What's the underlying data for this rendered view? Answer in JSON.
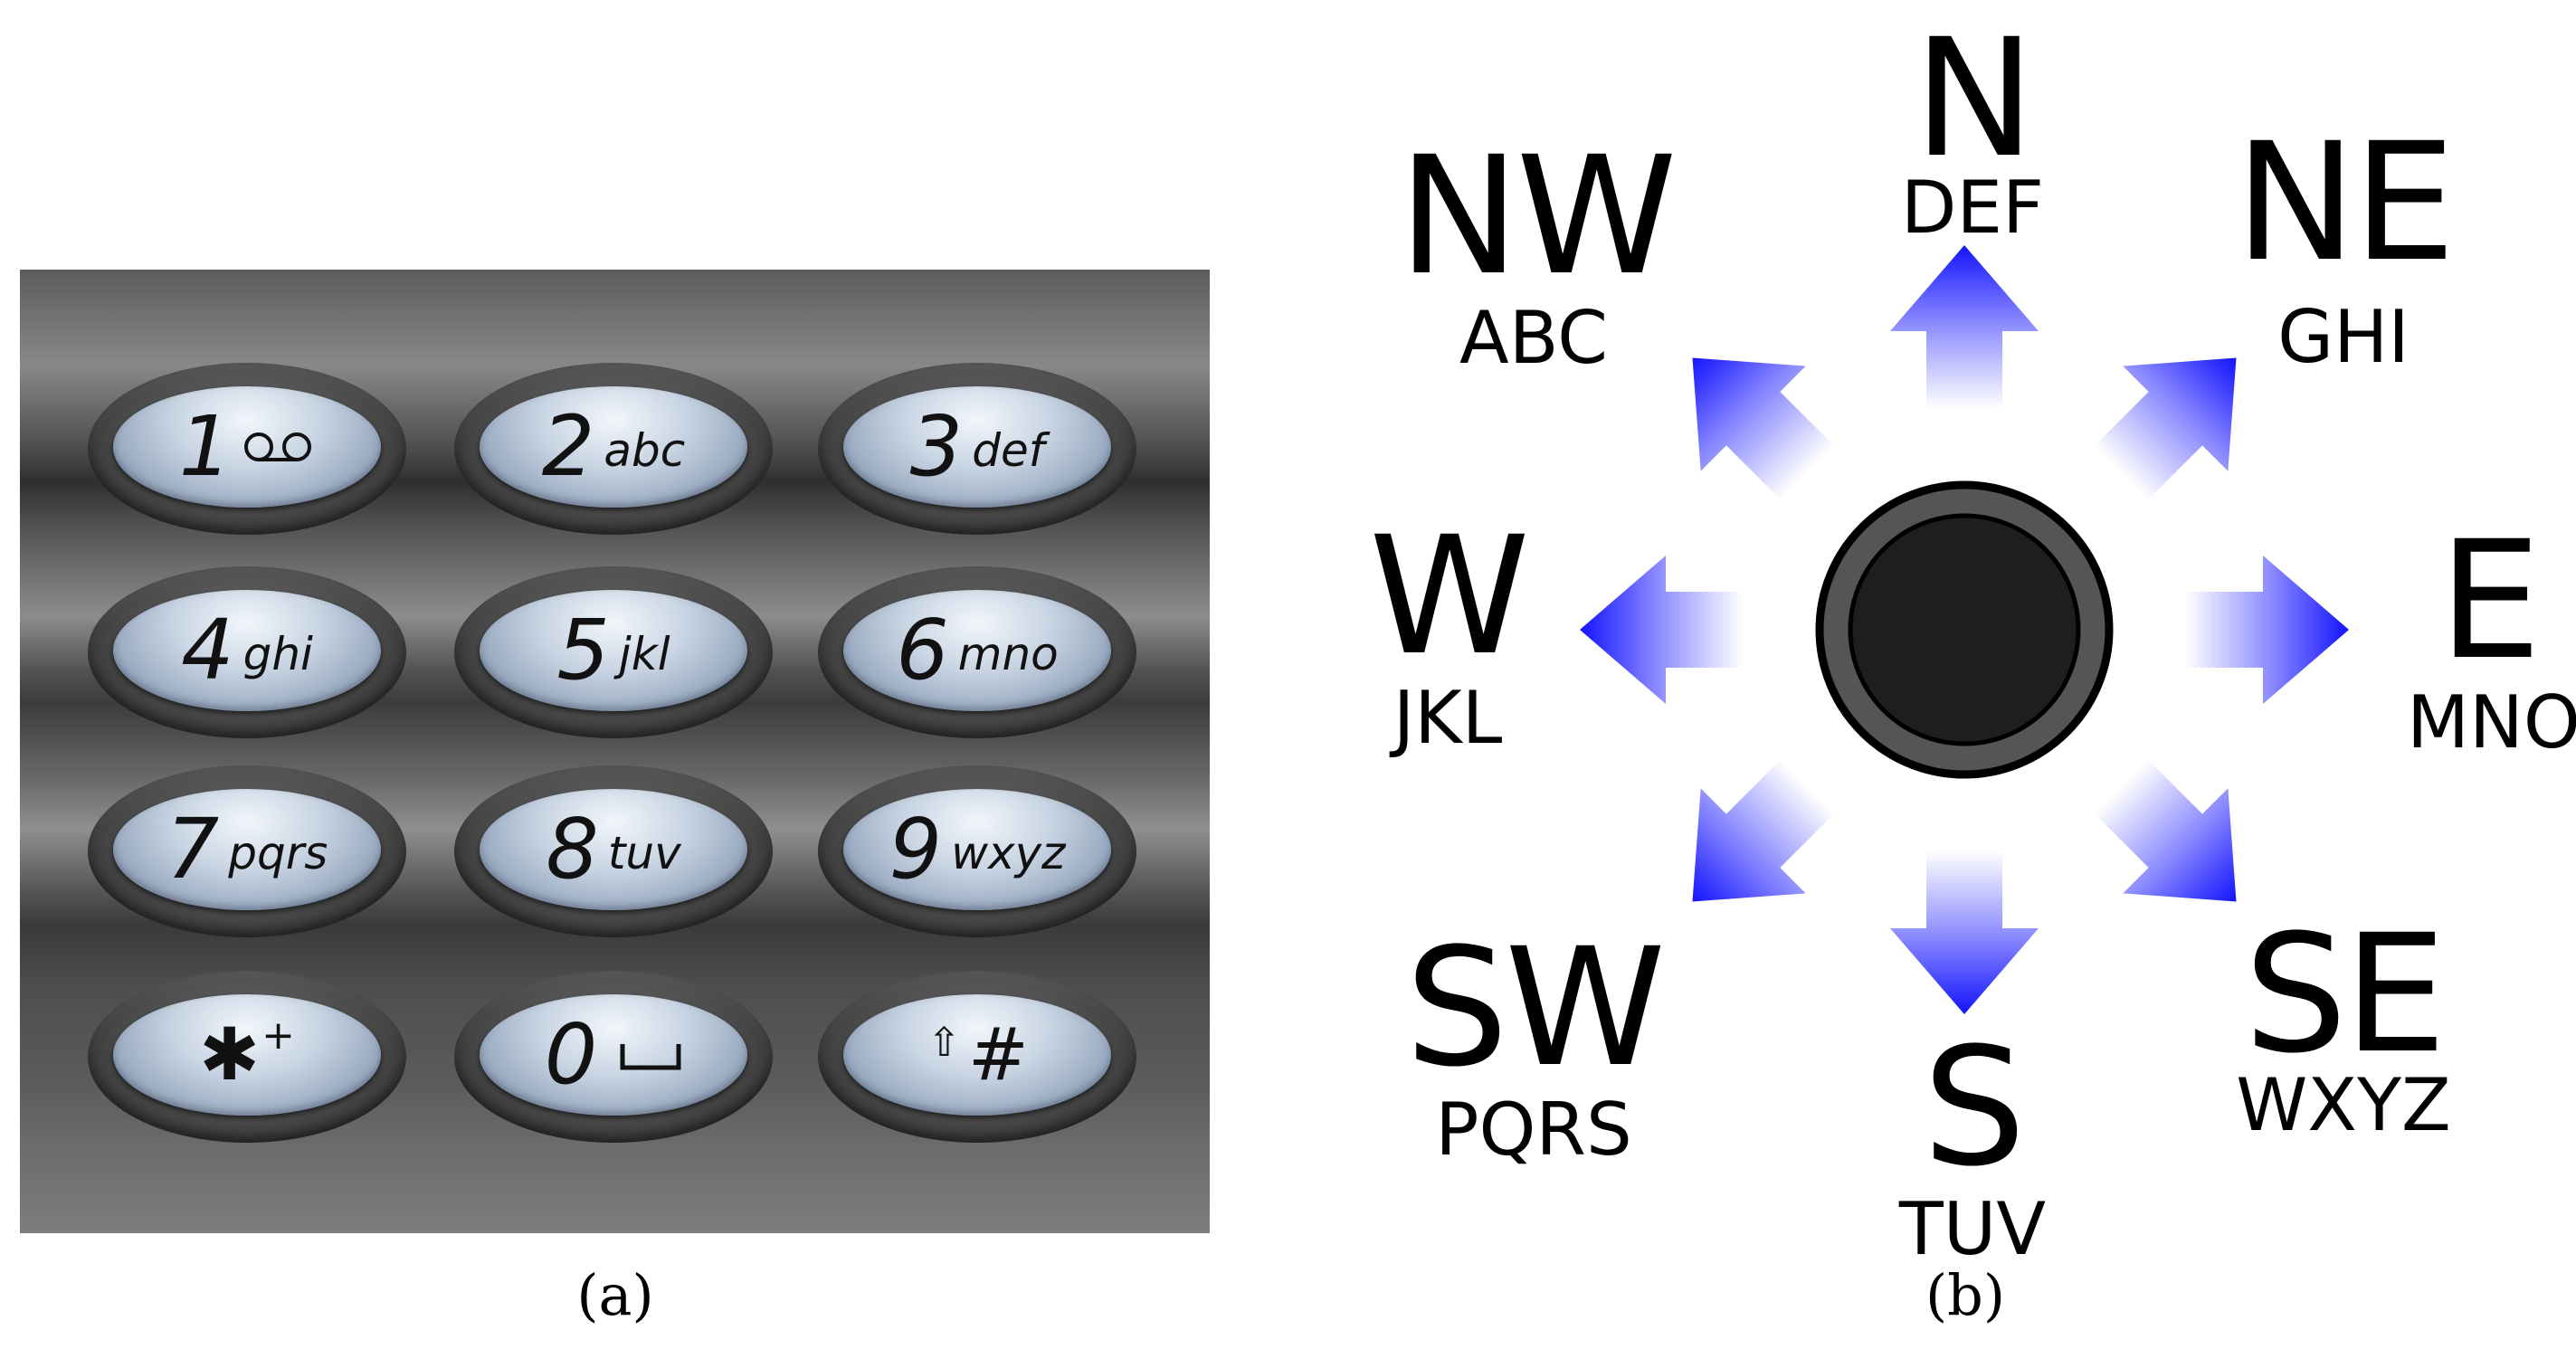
{
  "panel_a": {
    "caption": "(a)",
    "keys": [
      {
        "digit": "1",
        "letters": "",
        "symbol": "voicemail-icon"
      },
      {
        "digit": "2",
        "letters": "abc"
      },
      {
        "digit": "3",
        "letters": "def"
      },
      {
        "digit": "4",
        "letters": "ghi"
      },
      {
        "digit": "5",
        "letters": "jkl"
      },
      {
        "digit": "6",
        "letters": "mno"
      },
      {
        "digit": "7",
        "letters": "pqrs"
      },
      {
        "digit": "8",
        "letters": "tuv"
      },
      {
        "digit": "9",
        "letters": "wxyz"
      },
      {
        "digit": "✱",
        "letters": "+",
        "symbol": "star-plus"
      },
      {
        "digit": "0",
        "letters": "",
        "symbol": "space-icon"
      },
      {
        "digit": "#",
        "letters": "⇧",
        "symbol": "shift-hash"
      }
    ]
  },
  "panel_b": {
    "caption": "(b)",
    "directions": {
      "N": {
        "label": "N",
        "letters": "DEF"
      },
      "NE": {
        "label": "NE",
        "letters": "GHI"
      },
      "E": {
        "label": "E",
        "letters": "MNO"
      },
      "SE": {
        "label": "SE",
        "letters": "WXYZ"
      },
      "S": {
        "label": "S",
        "letters": "TUV"
      },
      "SW": {
        "label": "SW",
        "letters": "PQRS"
      },
      "W": {
        "label": "W",
        "letters": "JKL"
      },
      "NW": {
        "label": "NW",
        "letters": "ABC"
      }
    },
    "colors": {
      "arrow": "#1a1aff",
      "knob_outer": "#555555",
      "knob_inner": "#1e1e1e"
    }
  }
}
